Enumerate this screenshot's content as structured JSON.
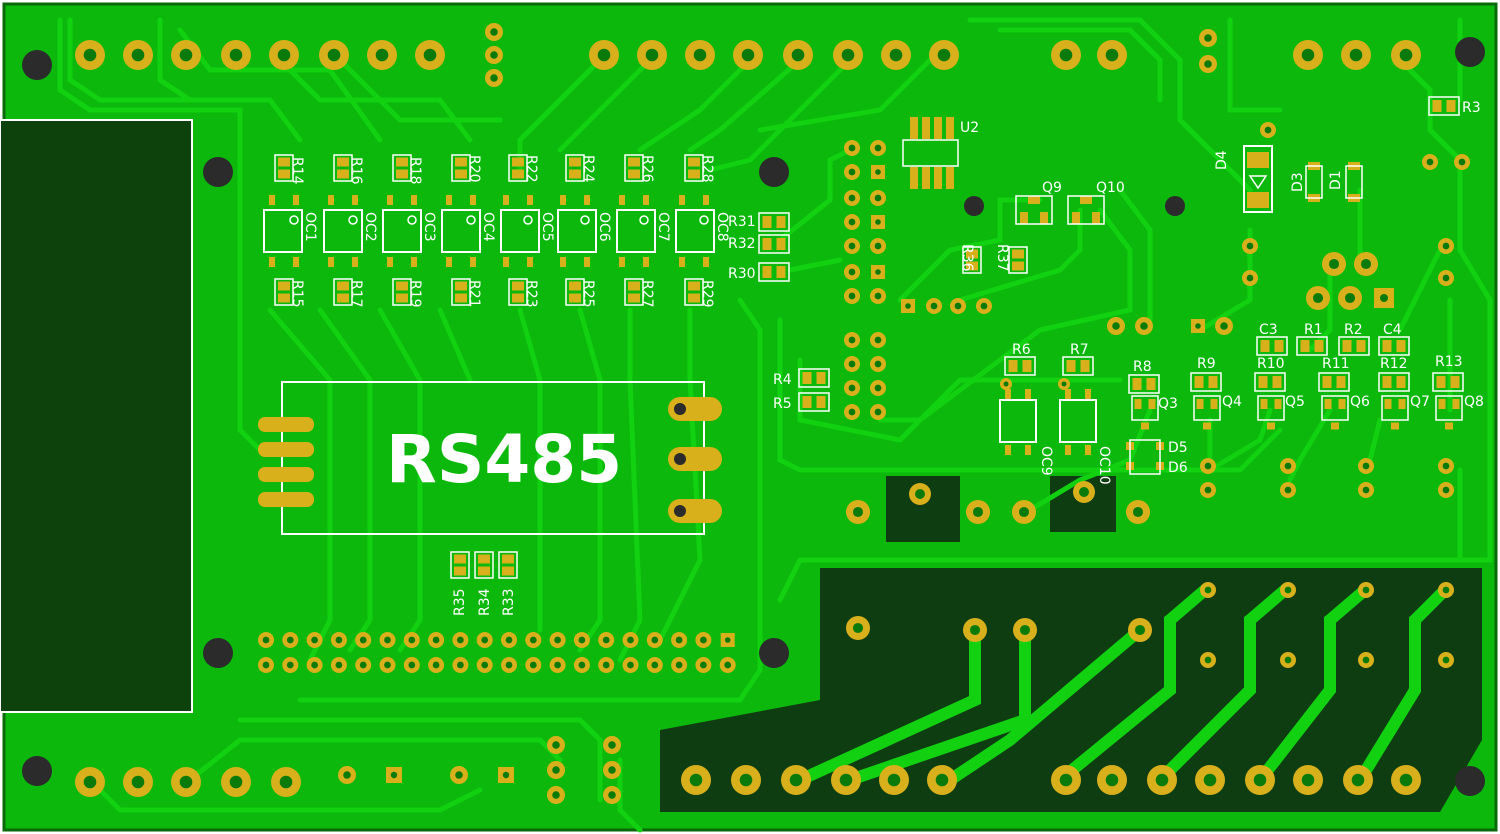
{
  "board": {
    "title_label": "RS485",
    "colors": {
      "board_green": "#0bb80b",
      "trace_green": "#11d111",
      "dark_copper": "#0f3d12",
      "pad_gold": "#d7b01c",
      "hole_dark": "#2b2b2b",
      "silkscreen": "#ffffff"
    }
  },
  "labels": {
    "r14": "R14",
    "r16": "R16",
    "r18": "R18",
    "r20": "R20",
    "r22": "R22",
    "r24": "R24",
    "r26": "R26",
    "r28": "R28",
    "r15": "R15",
    "r17": "R17",
    "r19": "R19",
    "r21": "R21",
    "r23": "R23",
    "r25": "R25",
    "r27": "R27",
    "r29": "R29",
    "oc1": "OC1",
    "oc2": "OC2",
    "oc3": "OC3",
    "oc4": "OC4",
    "oc5": "OC5",
    "oc6": "OC6",
    "oc7": "OC7",
    "oc8": "OC8",
    "r31": "R31",
    "r32": "R32",
    "r30": "R30",
    "r4": "R4",
    "r5": "R5",
    "u2": "U2",
    "q9": "Q9",
    "q10": "Q10",
    "r36": "R36",
    "r37": "R37",
    "d4": "D4",
    "d3": "D3",
    "d1": "D1",
    "r3": "R3",
    "c3": "C3",
    "r1": "R1",
    "r2": "R2",
    "c4": "C4",
    "r6": "R6",
    "r7": "R7",
    "r8": "R8",
    "r9": "R9",
    "r10": "R10",
    "r11": "R11",
    "r12": "R12",
    "r13": "R13",
    "q3": "Q3",
    "q4": "Q4",
    "q5": "Q5",
    "q6": "Q6",
    "q7": "Q7",
    "q8": "Q8",
    "oc9": "OC9",
    "oc10": "OC10",
    "d5": "D5",
    "d6": "D6",
    "r35": "R35",
    "r34": "R34",
    "r33": "R33"
  }
}
